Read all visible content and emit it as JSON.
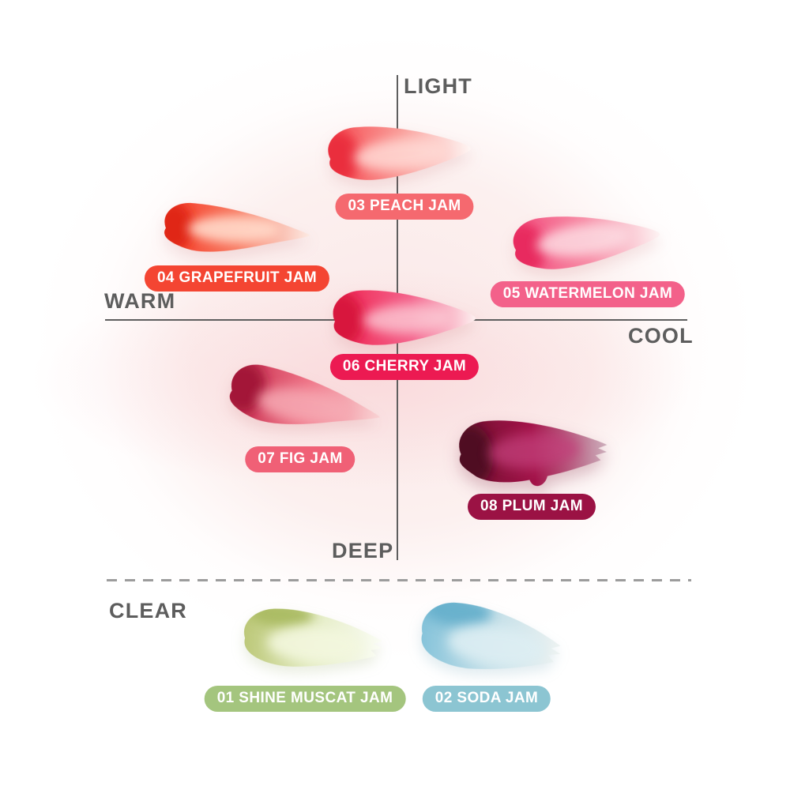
{
  "axes": {
    "light": "LIGHT",
    "deep": "DEEP",
    "warm": "WARM",
    "cool": "COOL",
    "clear": "CLEAR",
    "line_color": "#5e5e5e",
    "dash_color": "#9c9c9c",
    "label_color": "#5d5d5d"
  },
  "swatches": [
    {
      "id": "peach-jam",
      "number": "03",
      "name": "PEACH JAM",
      "label": "03 PEACH JAM",
      "quadrant": "light-center",
      "badge_color": "#f5696f",
      "gradient": {
        "start": "#f6484f",
        "mid": "#f99b97",
        "end": "#fef6f4"
      },
      "edge": "#ea2e3e",
      "highlight": "#ffd9d4"
    },
    {
      "id": "grapefruit-jam",
      "number": "04",
      "name": "GRAPEFRUIT JAM",
      "label": "04 GRAPEFRUIT JAM",
      "quadrant": "warm-light",
      "badge_color": "#f44532",
      "gradient": {
        "start": "#f53a26",
        "mid": "#f87c64",
        "end": "#fcebe4"
      },
      "edge": "#e02512",
      "highlight": "#ffd9c9"
    },
    {
      "id": "watermelon-jam",
      "number": "05",
      "name": "WATERMELON JAM",
      "label": "05 WATERMELON JAM",
      "quadrant": "cool-light",
      "badge_color": "#f3618a",
      "gradient": {
        "start": "#f24d7d",
        "mid": "#f78ba5",
        "end": "#fdf3f3"
      },
      "edge": "#e82c5e",
      "highlight": "#fcdae1"
    },
    {
      "id": "cherry-jam",
      "number": "06",
      "name": "CHERRY JAM",
      "label": "06 CHERRY JAM",
      "quadrant": "center",
      "badge_color": "#ec1a52",
      "gradient": {
        "start": "#ee2450",
        "mid": "#f4628b",
        "end": "#fdf0f0"
      },
      "edge": "#d8143c",
      "highlight": "#fbc9d4"
    },
    {
      "id": "fig-jam",
      "number": "07",
      "name": "FIG JAM",
      "label": "07 FIG JAM",
      "quadrant": "warm-deep",
      "badge_color": "#f06076",
      "gradient": {
        "start": "#c52a4c",
        "mid": "#ef7487",
        "end": "#f9d3d4"
      },
      "edge": "#a31637",
      "highlight": "#f6aab4"
    },
    {
      "id": "plum-jam",
      "number": "08",
      "name": "PLUM JAM",
      "label": "08 PLUM JAM",
      "quadrant": "cool-deep",
      "badge_color": "#9b1244",
      "gradient": {
        "start": "#70102f",
        "mid": "#a31349",
        "end": "#cdafbc"
      },
      "edge": "#4f0a20",
      "highlight": "#c2407a"
    },
    {
      "id": "shine-muscat-jam",
      "number": "01",
      "name": "SHINE MUSCAT JAM",
      "label": "01 SHINE MUSCAT JAM",
      "quadrant": "clear",
      "badge_color": "#a4c57e",
      "gradient": {
        "start": "#bcc878",
        "mid": "#e4ecc4",
        "end": "#fbfdf6"
      },
      "edge": "#a8b95e",
      "highlight": "#f3f7de"
    },
    {
      "id": "soda-jam",
      "number": "02",
      "name": "SODA JAM",
      "label": "02 SODA JAM",
      "quadrant": "clear",
      "badge_color": "#8cc5d2",
      "gradient": {
        "start": "#85c3da",
        "mid": "#c3dfe8",
        "end": "#eef3f2"
      },
      "edge": "#63aecb",
      "highlight": "#ddeef3"
    }
  ]
}
